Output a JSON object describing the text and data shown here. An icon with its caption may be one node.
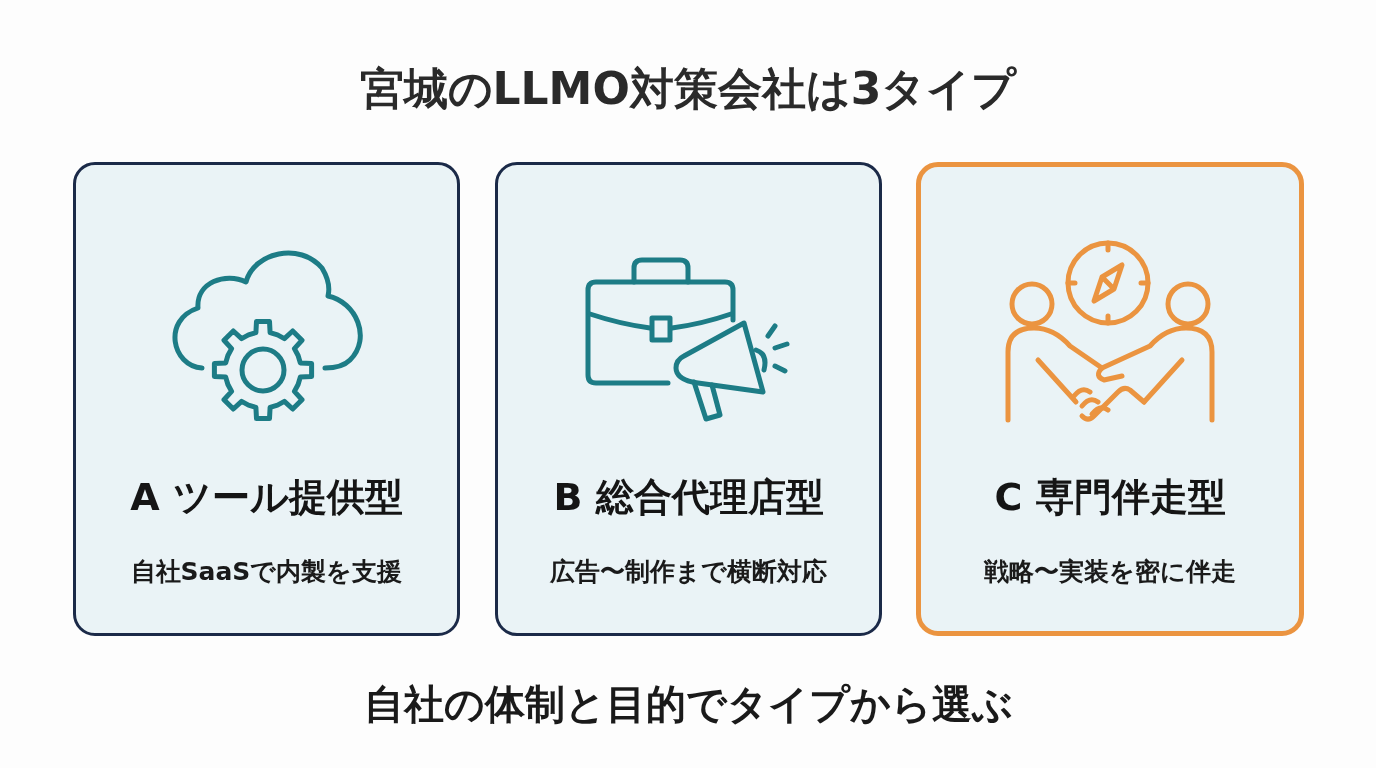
{
  "diagram": {
    "title": "宮城のLLMO対策会社は3タイプ",
    "nodes": [
      {
        "text": [
          "A ツール提供型",
          "自社SaaSで内製を支援"
        ]
      },
      {
        "text": [
          "B 総合代理店型",
          "広告〜制作まで横断対応"
        ]
      },
      {
        "text": [
          "C 専門伴走型",
          "戦略〜実装を密に伴走"
        ]
      }
    ],
    "caption": "自社の体制と目的でタイプから選ぶ"
  }
}
